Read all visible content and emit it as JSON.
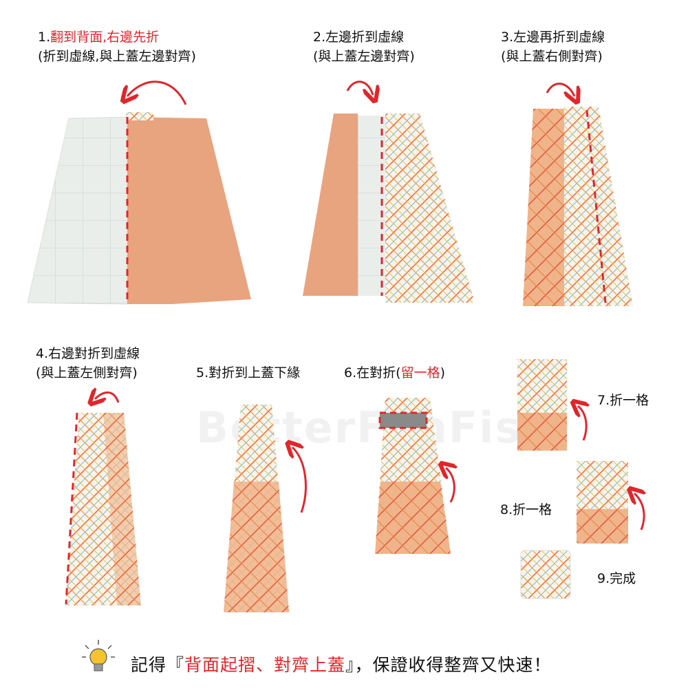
{
  "watermark": "BetterFunFish",
  "colors": {
    "accent_red": "#e0262b",
    "peach": "#e8a47f",
    "white_side": "#e9eeea"
  },
  "steps": [
    {
      "num": "1.",
      "line1": "翻到背面,右邊先折",
      "line2": "(折到虛線,與上蓋左邊對齊)"
    },
    {
      "num": "2.",
      "line1": "左邊折到虛線",
      "line2": "(與上蓋左邊對齊)"
    },
    {
      "num": "3.",
      "line1": "左邊再折到虛線",
      "line2": "(與上蓋右側對齊)"
    },
    {
      "num": "4.",
      "line1": "右邊對折到虛線",
      "line2": "(與上蓋左側對齊)"
    },
    {
      "num": "5.",
      "line1": "對折到上蓋下緣"
    },
    {
      "num": "6.",
      "line1": "在對折(",
      "highlight": "留一格",
      "line1_end": ")"
    },
    {
      "num": "7.",
      "line1": "折一格"
    },
    {
      "num": "8.",
      "line1": "折一格"
    },
    {
      "num": "9.",
      "line1": "完成"
    }
  ],
  "tip": {
    "icon": "lightbulb-icon",
    "prefix": "記得『",
    "highlight": "背面起摺、對齊上蓋",
    "suffix": "』，保證收得整齊又快速！"
  }
}
